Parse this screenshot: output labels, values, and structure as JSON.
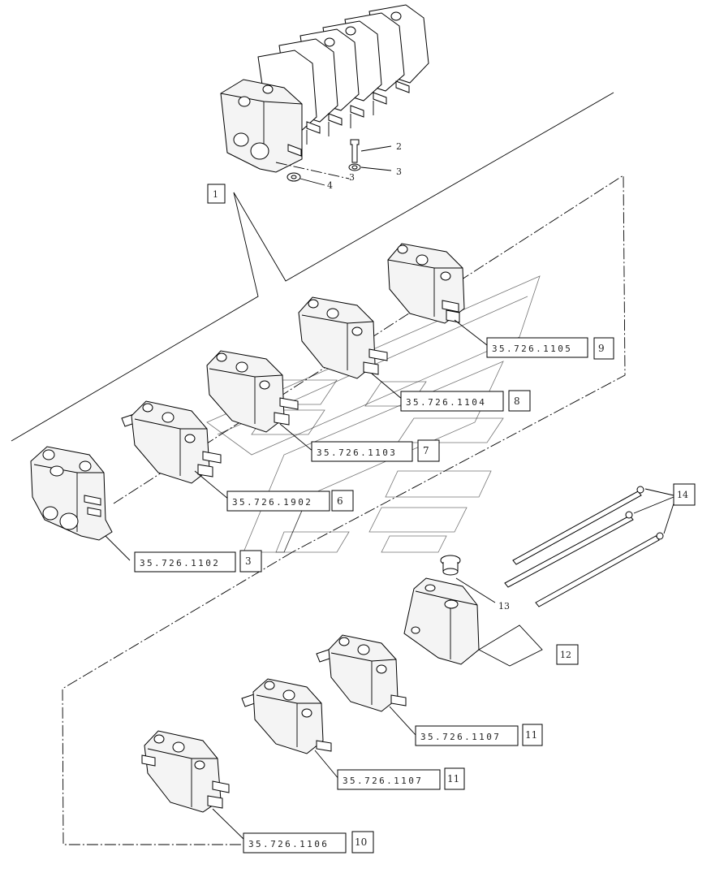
{
  "diagram": {
    "callouts": {
      "c1": "1",
      "c2": "2",
      "c3a": "3",
      "c3b": "3",
      "c4": "4",
      "c12": "12",
      "c13": "13",
      "c14": "14"
    },
    "references": {
      "r9": {
        "code": "35.726.1105",
        "index": "9"
      },
      "r8": {
        "code": "35.726.1104",
        "index": "8"
      },
      "r7": {
        "code": "35.726.1103",
        "index": "7"
      },
      "r6": {
        "code": "35.726.1902",
        "index": "6"
      },
      "r3": {
        "code": "35.726.1102",
        "index": "3"
      },
      "r11a": {
        "code": "35.726.1107",
        "index": "11"
      },
      "r11b": {
        "code": "35.726.1107",
        "index": "11"
      },
      "r10": {
        "code": "35.726.1106",
        "index": "10"
      }
    }
  }
}
